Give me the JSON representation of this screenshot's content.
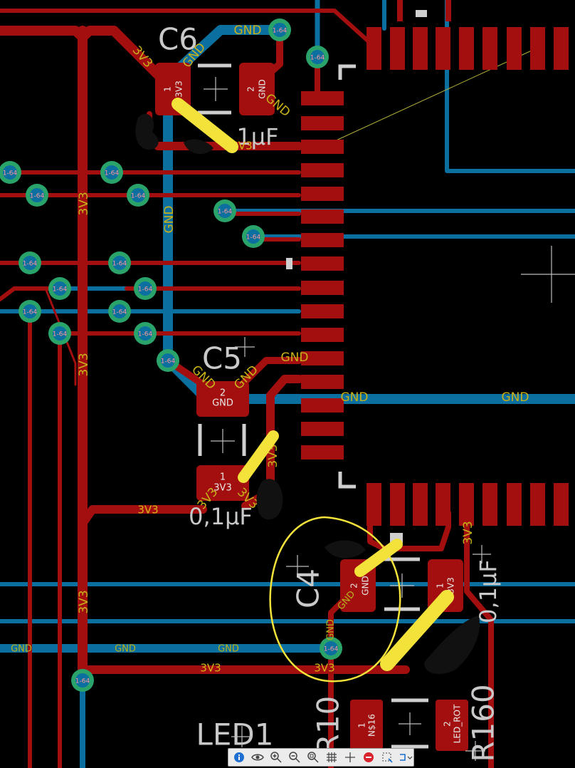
{
  "nets": {
    "vcc": "3V3",
    "gnd": "GND"
  },
  "via_label": "1-64",
  "components": {
    "c6": {
      "ref": "C6",
      "value": "1µF",
      "pad1_num": "1",
      "pad1_net": "3V3",
      "pad2_num": "2",
      "pad2_net": "GND"
    },
    "c5": {
      "ref": "C5",
      "value": "0,1µF",
      "pad1_num": "1",
      "pad1_net": "3V3",
      "pad2_num": "2",
      "pad2_net": "GND"
    },
    "c4": {
      "ref": "C4",
      "value": "0,1µF",
      "pad1_num": "1",
      "pad1_net": "3V3",
      "pad2_num": "2",
      "pad2_net": "GND"
    },
    "r10": {
      "ref": "R10",
      "pad_num": "1",
      "pad_net": "N$16"
    },
    "r160": {
      "ref": "R160",
      "pad_num": "2",
      "pad_net": "LED_ROT"
    },
    "led1": {
      "ref": "LED1"
    }
  },
  "colors": {
    "top_copper": "#a30f0f",
    "bottom_copper": "#0b6f9f",
    "via": "#2aa36b",
    "net_label": "#d6b417",
    "silkscreen": "#cfcfcf",
    "highlight_stroke": "#f2e23a",
    "annotation_ink": "#111111"
  },
  "toolbar": {
    "icons": [
      "info-icon",
      "eye-icon",
      "zoom-in-icon",
      "zoom-out-icon",
      "zoom-fit-icon",
      "grid-icon",
      "crosshair-icon",
      "stop-icon",
      "select-icon",
      "route-icon"
    ]
  }
}
